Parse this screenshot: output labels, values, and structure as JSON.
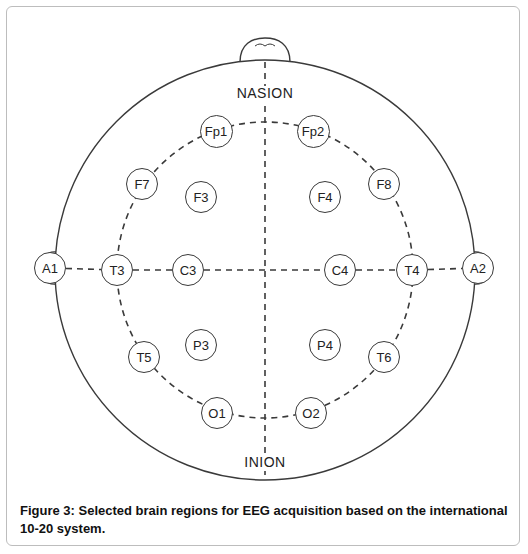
{
  "diagram": {
    "caption": "Figure 3: Selected brain regions for EEG acquisition based on the international 10-20 system.",
    "nodes": [
      {
        "text": [
          "Fp1"
        ]
      },
      {
        "text": [
          "Fp2"
        ]
      },
      {
        "text": [
          "F7"
        ]
      },
      {
        "text": [
          "F3"
        ]
      },
      {
        "text": [
          "F4"
        ]
      },
      {
        "text": [
          "F8"
        ]
      },
      {
        "text": [
          "A1"
        ]
      },
      {
        "text": [
          "T3"
        ]
      },
      {
        "text": [
          "C3"
        ]
      },
      {
        "text": [
          "C4"
        ]
      },
      {
        "text": [
          "T4"
        ]
      },
      {
        "text": [
          "A2"
        ]
      },
      {
        "text": [
          "T5"
        ]
      },
      {
        "text": [
          "P3"
        ]
      },
      {
        "text": [
          "P4"
        ]
      },
      {
        "text": [
          "T6"
        ]
      },
      {
        "text": [
          "O1"
        ]
      },
      {
        "text": [
          "O2"
        ]
      }
    ],
    "edges": [
      {
        "from": 6,
        "to": 7,
        "arrow": "none"
      },
      {
        "from": 7,
        "to": 8,
        "arrow": "none"
      },
      {
        "from": 8,
        "to": 9,
        "arrow": "none"
      },
      {
        "from": 9,
        "to": 10,
        "arrow": "none"
      },
      {
        "from": 10,
        "to": 11,
        "arrow": "none"
      }
    ],
    "labels": [
      "NASION",
      "INION"
    ]
  }
}
